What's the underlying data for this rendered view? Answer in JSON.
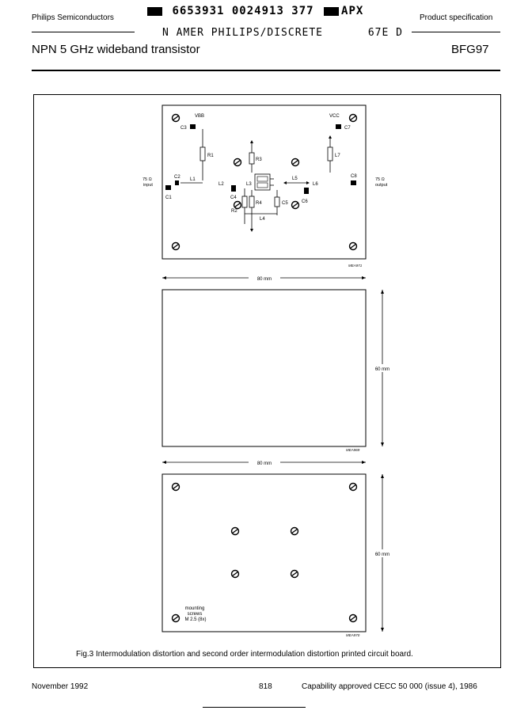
{
  "header": {
    "brand": "Philips Semiconductors",
    "doc_type": "Product specification",
    "stamp_code_1": "6653931 0024913 377",
    "stamp_code_2": "APX",
    "stamp_line2_a": "N AMER PHILIPS/DISCRETE",
    "stamp_line2_b": "67E D",
    "title": "NPN 5 GHz wideband transistor",
    "part_number": "BFG97"
  },
  "figure": {
    "caption": "Fig.3 Intermodulation distortion and second order intermodulation distortion printed circuit board.",
    "board1": {
      "labels": {
        "vbb": "VBB",
        "vcc": "VCC",
        "c1": "C1",
        "c2": "C2",
        "c3": "C3",
        "c4": "C4",
        "c5": "C5",
        "c6": "C6",
        "c7": "C7",
        "c8": "C8",
        "r1": "R1",
        "r2": "R2",
        "r3": "R3",
        "r4": "R4",
        "l1": "L1",
        "l2": "L2",
        "l3": "L3",
        "l4": "L4",
        "l5": "L5",
        "l6": "L6",
        "l7": "L7",
        "in_imp": "75 Ω",
        "in_name": "input",
        "out_imp": "75 Ω",
        "out_name": "output"
      },
      "ref": "MEA971"
    },
    "board2": {
      "width": "80 mm",
      "height": "60 mm",
      "ref": "MEA969"
    },
    "board3": {
      "width": "80 mm",
      "height": "60 mm",
      "ref": "MEA970",
      "note_1": "mounting",
      "note_2": "screws",
      "note_3": "M 2.5 (8x)"
    }
  },
  "footer": {
    "date": "November 1992",
    "page": "818",
    "approval": "Capability approved CECC 50 000 (issue 4), 1986"
  }
}
